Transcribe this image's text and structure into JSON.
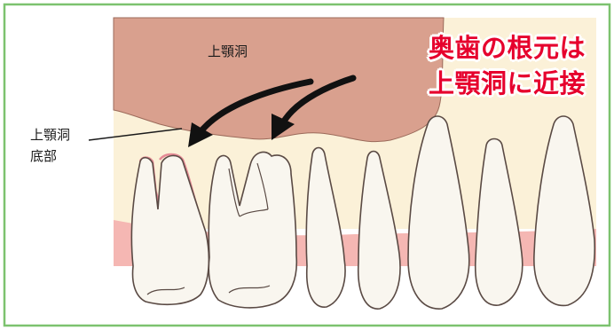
{
  "labels": {
    "sinus": "上顎洞",
    "sinus_floor_line1": "上顎洞",
    "sinus_floor_line2": "底部"
  },
  "callout": {
    "line1": "奥歯の根元は",
    "line2": "上顎洞に近接"
  },
  "colors": {
    "frame_border": "#7cc26f",
    "sinus_fill": "#d9a08e",
    "bone_fill": "#fbf1d8",
    "gum_fill": "#f5b7b3",
    "tooth_fill": "#f9f6ef",
    "tooth_outline": "#5a4a44",
    "root_outline": "#e58a95",
    "arrow": "#111111",
    "callout_text": "#e6002d"
  }
}
